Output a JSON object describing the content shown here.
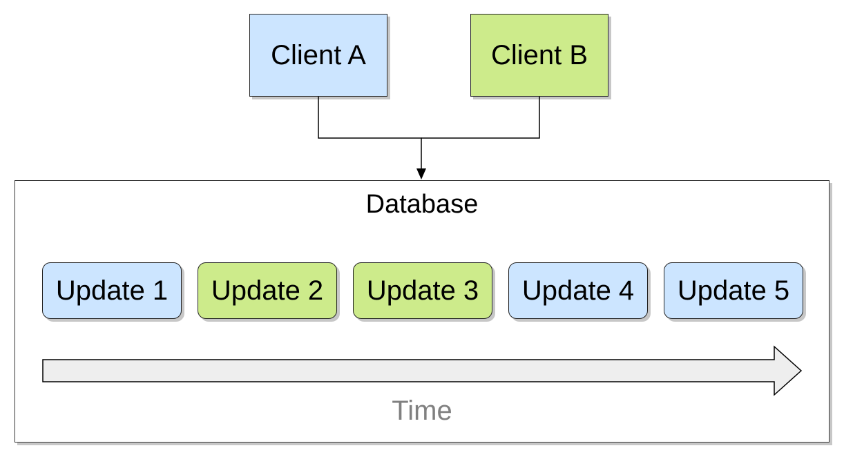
{
  "colors": {
    "client_a": "#cce5ff",
    "client_b": "#cdeb8b",
    "time_arrow_fill": "#eeeeee",
    "time_label": "#808080"
  },
  "clients": [
    {
      "label": "Client A",
      "color": "#cce5ff"
    },
    {
      "label": "Client B",
      "color": "#cdeb8b"
    }
  ],
  "database": {
    "label": "Database"
  },
  "updates": [
    {
      "label": "Update 1",
      "client": "Client A",
      "color": "#cce5ff"
    },
    {
      "label": "Update 2",
      "client": "Client B",
      "color": "#cdeb8b"
    },
    {
      "label": "Update 3",
      "client": "Client B",
      "color": "#cdeb8b"
    },
    {
      "label": "Update 4",
      "client": "Client A",
      "color": "#cce5ff"
    },
    {
      "label": "Update 5",
      "client": "Client A",
      "color": "#cce5ff"
    }
  ],
  "timeline": {
    "label": "Time"
  }
}
